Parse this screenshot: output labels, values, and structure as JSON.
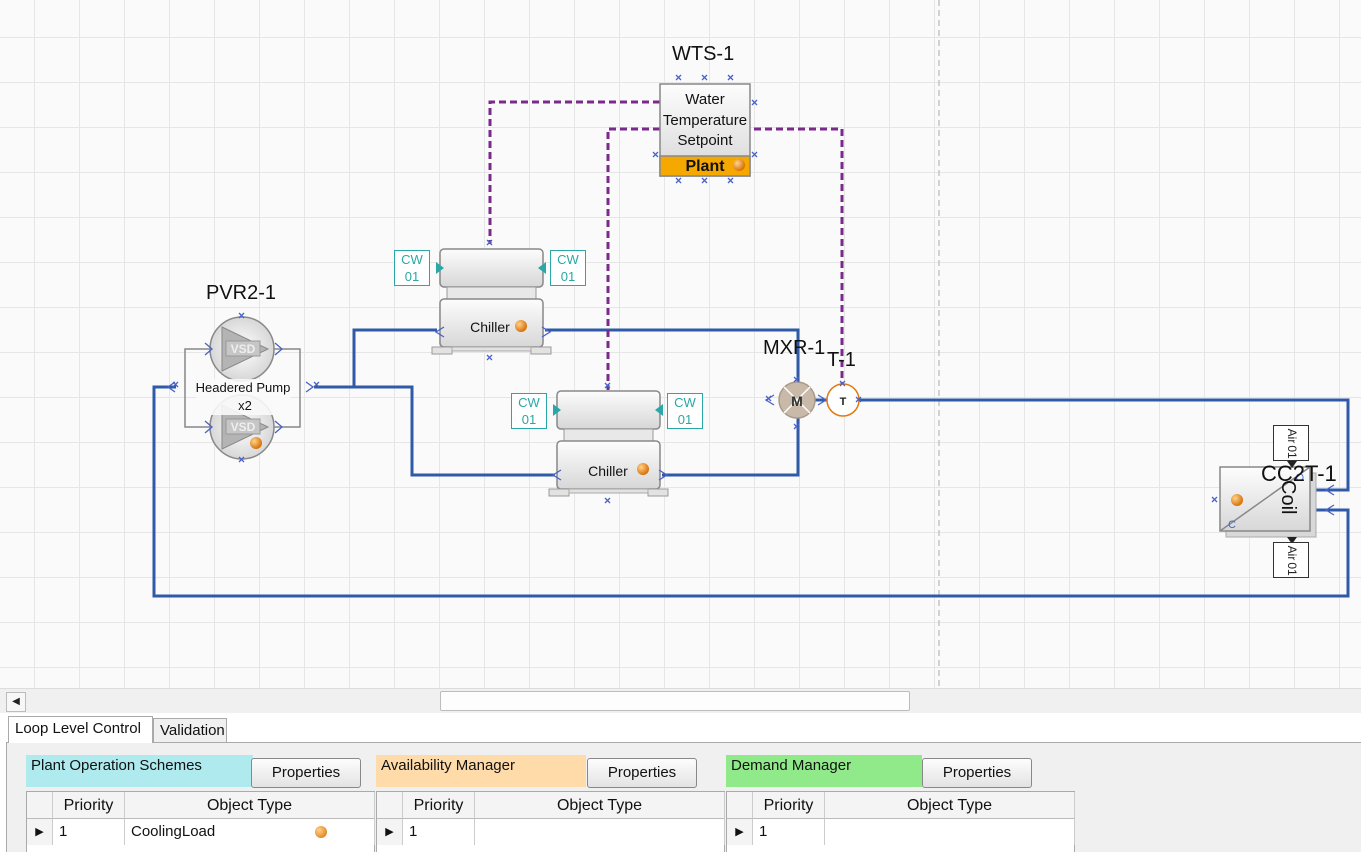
{
  "diagram": {
    "labels": {
      "wts": "WTS-1",
      "pvr": "PVR2-1",
      "mxr": "MXR-1",
      "tee": "T-1",
      "cct": "CC2T-1"
    },
    "setpoint": {
      "text_line1": "Water",
      "text_line2": "Temperature",
      "text_line3": "Setpoint",
      "footer": "Plant"
    },
    "chiller_label": "Chiller",
    "pump": {
      "label": "Headered Pump",
      "count": "x2",
      "vsd": "VSD"
    },
    "mixer_symbol": "M",
    "tee_symbol": "T",
    "cw_box": {
      "line1": "CW",
      "line2": "01"
    },
    "air_box": {
      "line1": "Air",
      "line2": "01"
    },
    "coil_label": "Coil",
    "coil_corner": "C",
    "colors": {
      "water_line": "#2e5aa8",
      "control_line": "#7b2a8c",
      "cw_teal": "#2aa7a7",
      "plant_orange": "#f5a800",
      "status_dot": "#e07a10"
    }
  },
  "tabs": [
    {
      "label": "Loop Level Control",
      "active": true
    },
    {
      "label": "Validation",
      "active": false
    }
  ],
  "sections": [
    {
      "title": "Plant Operation Schemes",
      "button": "Properties",
      "color": "#aeeaee",
      "columns": [
        "Priority",
        "Object Type"
      ],
      "rows": [
        {
          "priority": "1",
          "object_type": "CoolingLoad"
        }
      ]
    },
    {
      "title": "Availability Manager",
      "button": "Properties",
      "color": "#ffdbaa",
      "columns": [
        "Priority",
        "Object Type"
      ],
      "rows": [
        {
          "priority": "1",
          "object_type": ""
        }
      ]
    },
    {
      "title": "Demand Manager",
      "button": "Properties",
      "color": "#90ea8a",
      "columns": [
        "Priority",
        "Object Type"
      ],
      "rows": [
        {
          "priority": "1",
          "object_type": ""
        }
      ]
    }
  ]
}
